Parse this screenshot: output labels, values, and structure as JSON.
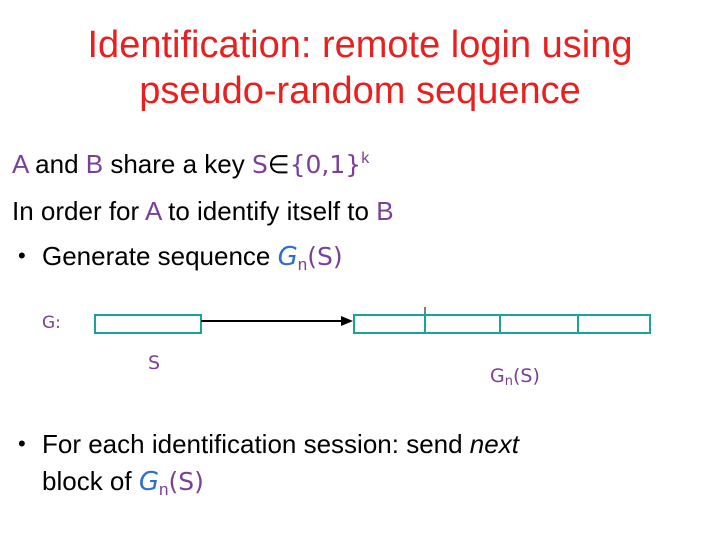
{
  "title": {
    "line1": "Identification: remote login using",
    "line2": "pseudo-random sequence"
  },
  "line1": {
    "a": "A",
    "and": " and ",
    "b": "B",
    "text": " share a key ",
    "s": "S",
    "elem": "∈",
    "set": "{0,1}",
    "k": "k"
  },
  "line2": {
    "text1": "In order for ",
    "a": "A",
    "text2": " to identify itself to ",
    "b": "B"
  },
  "bullet1": {
    "marker": "•",
    "text": "Generate sequence ",
    "g": "G",
    "n": "n",
    "arg": "(S)"
  },
  "diagram": {
    "g_label": "G:",
    "s_label": "S",
    "gn_g": "G",
    "gn_n": "n",
    "gn_arg": "(S)"
  },
  "bullet2": {
    "marker": "•",
    "text1": "For each identification session: send ",
    "next": "next",
    "text2": "block of ",
    "g": "G",
    "n": "n",
    "arg": "(S)"
  },
  "colors": {
    "title": "#e8201f",
    "entity": "#7a3f96",
    "function": "#2d6fd1",
    "box_stroke": "#1aa39a"
  }
}
